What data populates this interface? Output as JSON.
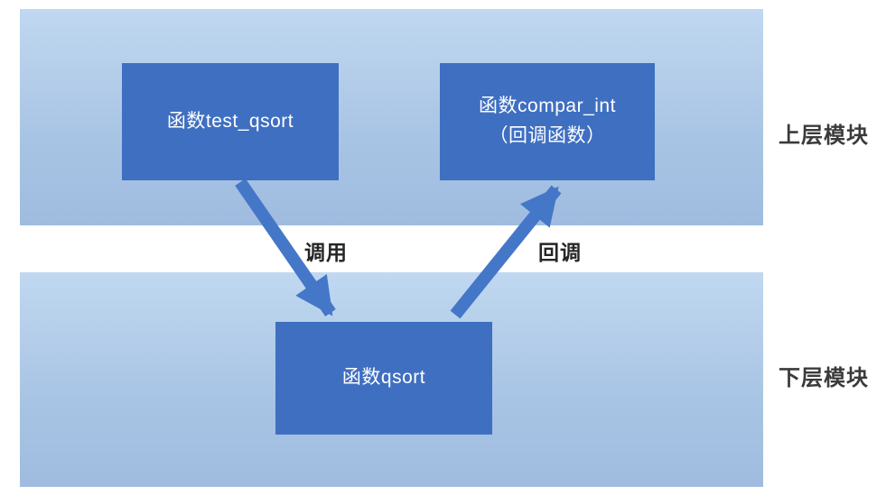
{
  "diagram": {
    "title": "qsort callback relationship diagram",
    "bands": {
      "upper": {
        "label": "上层模块"
      },
      "lower": {
        "label": "下层模块"
      }
    },
    "nodes": {
      "test_qsort": {
        "label": "函数test_qsort"
      },
      "compar_int": {
        "line1": "函数compar_int",
        "line2": "（回调函数）"
      },
      "qsort": {
        "label": "函数qsort"
      }
    },
    "arrows": {
      "call": {
        "label": "调用",
        "from": "函数test_qsort",
        "to": "函数qsort"
      },
      "callback": {
        "label": "回调",
        "from": "函数qsort",
        "to": "函数compar_int"
      }
    },
    "colors": {
      "band_gradient_top": "#c0d8f0",
      "band_gradient_bottom": "#9fbce0",
      "node_fill": "#3f6fc1",
      "node_text": "#ffffff",
      "arrow": "#4577c8",
      "label_text": "#262626",
      "side_label_text": "#3b3b3b",
      "background": "#ffffff"
    }
  }
}
